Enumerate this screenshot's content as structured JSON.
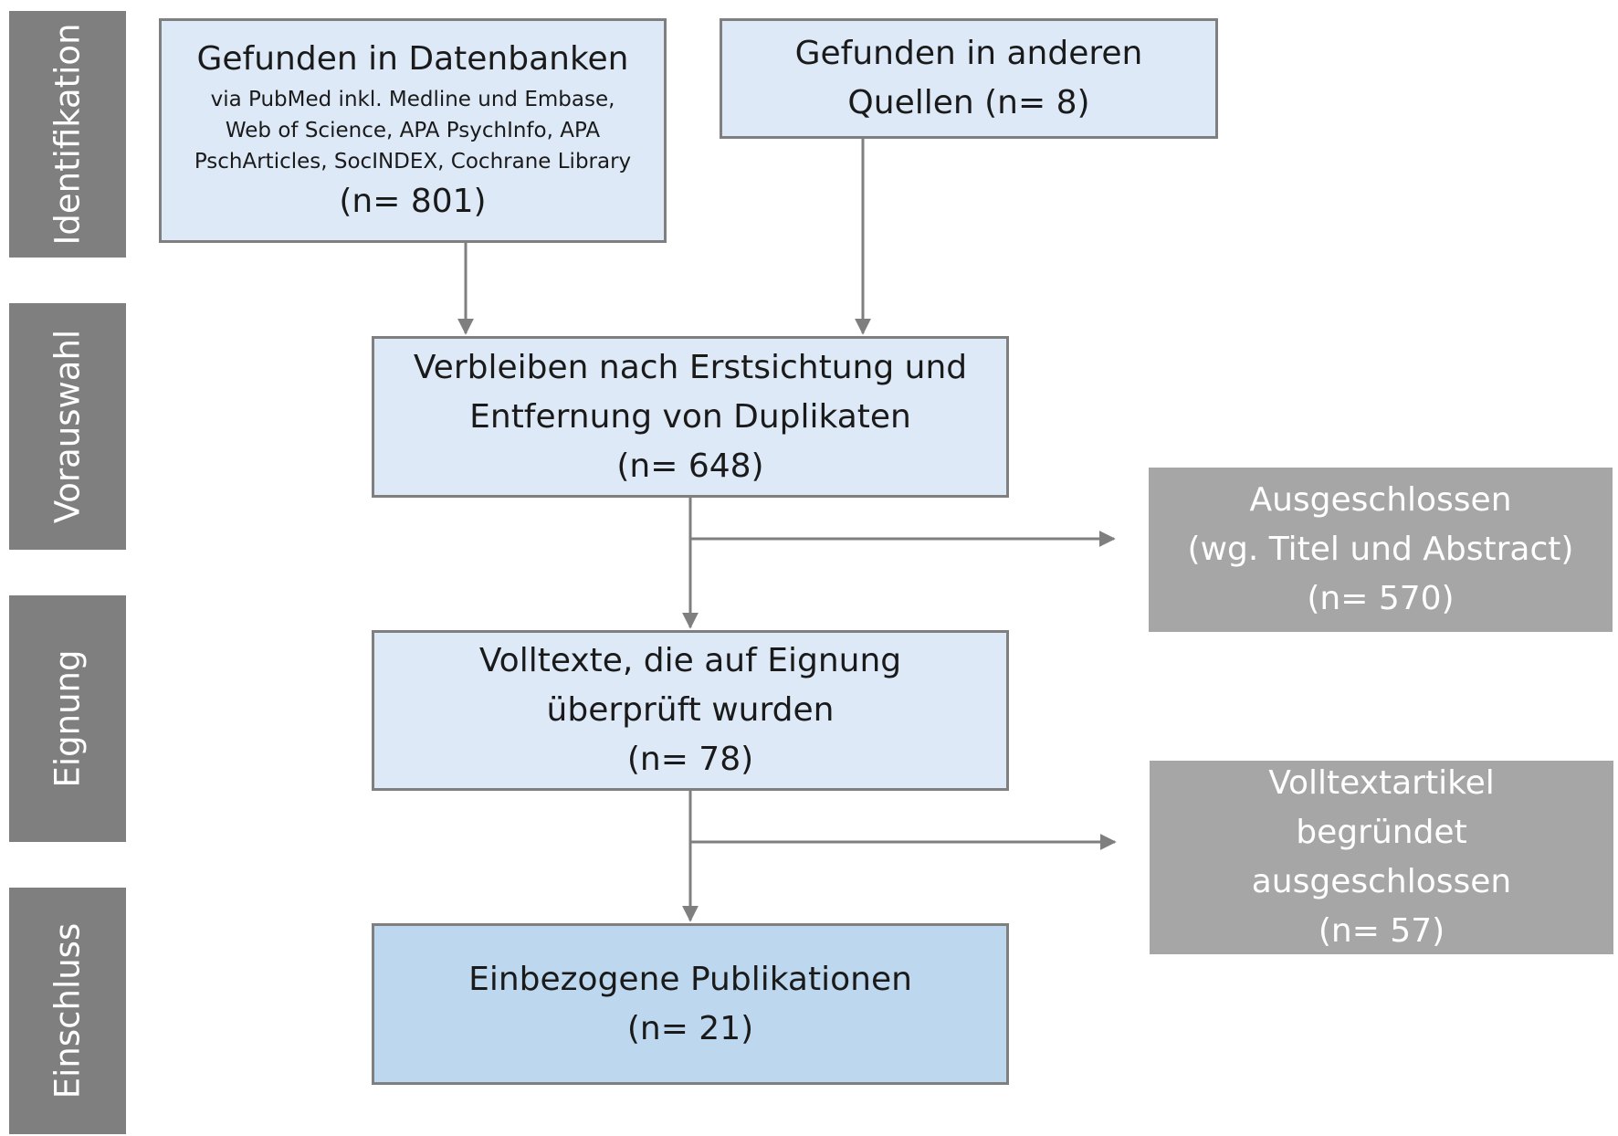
{
  "stages": [
    {
      "label": "Identifikation"
    },
    {
      "label": "Vorauswahl"
    },
    {
      "label": "Eignung"
    },
    {
      "label": "Einschluss"
    }
  ],
  "boxes": {
    "databases": {
      "title": "Gefunden in Datenbanken",
      "detail_lines": [
        "via PubMed inkl. Medline und Embase,",
        "Web of Science, APA PsychInfo, APA",
        "PschArticles, SocINDEX, Cochrane Library"
      ],
      "count": "(n= 801)"
    },
    "other_sources": {
      "lines": [
        "Gefunden in anderen",
        "Quellen (n= 8)"
      ]
    },
    "screening": {
      "lines": [
        "Verbleiben nach Erstsichtung und",
        "Entfernung von Duplikaten",
        "(n= 648)"
      ]
    },
    "excluded_title_abstract": {
      "lines": [
        "Ausgeschlossen",
        "(wg. Titel und Abstract)",
        "(n= 570)"
      ]
    },
    "fulltext": {
      "lines": [
        "Volltexte, die auf Eignung",
        "überprüft wurden",
        "(n= 78)"
      ]
    },
    "excluded_fulltext": {
      "lines": [
        "Volltextartikel",
        "begründet",
        "ausgeschlossen",
        "(n= 57)"
      ]
    },
    "included": {
      "lines": [
        "Einbezogene Publikationen",
        "(n= 21)"
      ]
    }
  },
  "colors": {
    "stage_bar": "#7f7f7f",
    "box_fill": "#dde9f7",
    "box_fill_final": "#bdd7ee",
    "box_border": "#7f7f7f",
    "excluded_fill": "#a6a6a6",
    "arrow": "#7f7f7f"
  }
}
